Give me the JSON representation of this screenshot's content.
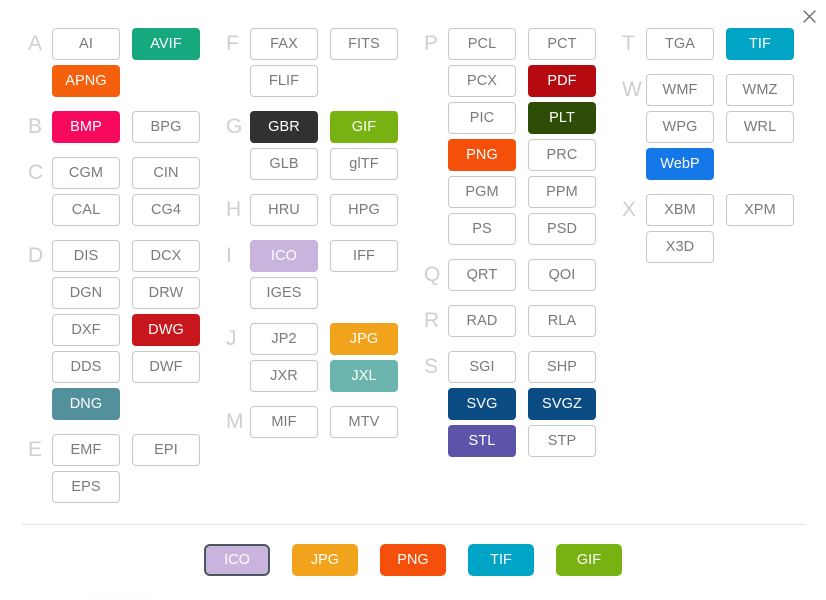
{
  "dialog": {
    "close_icon": "close-icon",
    "footer_ghost_text": "Adobe Illustrator"
  },
  "palette": {
    "default_border": "#c7c7c7",
    "default_text": "#7a7a7a",
    "letter_gray": "#cfcfcf",
    "divider": "#e2e2e2",
    "selected_outline": "#4c5662"
  },
  "columns": [
    {
      "name": "column-1",
      "groups": [
        {
          "letter": "A",
          "items": [
            {
              "label": "AI",
              "color": null
            },
            {
              "label": "AVIF",
              "color": "#16a97d"
            },
            {
              "label": "APNG",
              "color": "#f4600c"
            }
          ]
        },
        {
          "letter": "B",
          "items": [
            {
              "label": "BMP",
              "color": "#f70a5d"
            },
            {
              "label": "BPG",
              "color": null
            }
          ]
        },
        {
          "letter": "C",
          "items": [
            {
              "label": "CGM",
              "color": null
            },
            {
              "label": "CIN",
              "color": null
            },
            {
              "label": "CAL",
              "color": null
            },
            {
              "label": "CG4",
              "color": null
            }
          ]
        },
        {
          "letter": "D",
          "items": [
            {
              "label": "DIS",
              "color": null
            },
            {
              "label": "DCX",
              "color": null
            },
            {
              "label": "DGN",
              "color": null
            },
            {
              "label": "DRW",
              "color": null
            },
            {
              "label": "DXF",
              "color": null
            },
            {
              "label": "DWG",
              "color": "#c8161d"
            },
            {
              "label": "DDS",
              "color": null
            },
            {
              "label": "DWF",
              "color": null
            },
            {
              "label": "DNG",
              "color": "#52909c"
            }
          ]
        },
        {
          "letter": "E",
          "items": [
            {
              "label": "EMF",
              "color": null
            },
            {
              "label": "EPI",
              "color": null
            },
            {
              "label": "EPS",
              "color": null
            }
          ]
        }
      ]
    },
    {
      "name": "column-2",
      "groups": [
        {
          "letter": "F",
          "items": [
            {
              "label": "FAX",
              "color": null
            },
            {
              "label": "FITS",
              "color": null
            },
            {
              "label": "FLIF",
              "color": null
            }
          ]
        },
        {
          "letter": "G",
          "items": [
            {
              "label": "GBR",
              "color": "#2f3133"
            },
            {
              "label": "GIF",
              "color": "#77b112"
            },
            {
              "label": "GLB",
              "color": null
            },
            {
              "label": "glTF",
              "color": null
            }
          ]
        },
        {
          "letter": "H",
          "items": [
            {
              "label": "HRU",
              "color": null
            },
            {
              "label": "HPG",
              "color": null
            }
          ]
        },
        {
          "letter": "I",
          "items": [
            {
              "label": "ICO",
              "color": "#c9b4dd"
            },
            {
              "label": "IFF",
              "color": null
            },
            {
              "label": "IGES",
              "color": null
            }
          ]
        },
        {
          "letter": "J",
          "items": [
            {
              "label": "JP2",
              "color": null
            },
            {
              "label": "JPG",
              "color": "#f0a31b"
            },
            {
              "label": "JXR",
              "color": null
            },
            {
              "label": "JXL",
              "color": "#6cb5ae"
            }
          ]
        },
        {
          "letter": "M",
          "items": [
            {
              "label": "MIF",
              "color": null
            },
            {
              "label": "MTV",
              "color": null
            }
          ]
        }
      ]
    },
    {
      "name": "column-3",
      "groups": [
        {
          "letter": "P",
          "items": [
            {
              "label": "PCL",
              "color": null
            },
            {
              "label": "PCT",
              "color": null
            },
            {
              "label": "PCX",
              "color": null
            },
            {
              "label": "PDF",
              "color": "#b50b10"
            },
            {
              "label": "PIC",
              "color": null
            },
            {
              "label": "PLT",
              "color": "#2d4d07"
            },
            {
              "label": "PNG",
              "color": "#f4500c"
            },
            {
              "label": "PRC",
              "color": null
            },
            {
              "label": "PGM",
              "color": null
            },
            {
              "label": "PPM",
              "color": null
            },
            {
              "label": "PS",
              "color": null
            },
            {
              "label": "PSD",
              "color": null
            }
          ]
        },
        {
          "letter": "Q",
          "items": [
            {
              "label": "QRT",
              "color": null
            },
            {
              "label": "QOI",
              "color": null
            }
          ]
        },
        {
          "letter": "R",
          "items": [
            {
              "label": "RAD",
              "color": null
            },
            {
              "label": "RLA",
              "color": null
            }
          ]
        },
        {
          "letter": "S",
          "items": [
            {
              "label": "SGI",
              "color": null
            },
            {
              "label": "SHP",
              "color": null
            },
            {
              "label": "SVG",
              "color": "#0b4c85"
            },
            {
              "label": "SVGZ",
              "color": "#0b4c85"
            },
            {
              "label": "STL",
              "color": "#5b54a8"
            },
            {
              "label": "STP",
              "color": null
            }
          ]
        }
      ]
    },
    {
      "name": "column-4",
      "groups": [
        {
          "letter": "T",
          "items": [
            {
              "label": "TGA",
              "color": null
            },
            {
              "label": "TIF",
              "color": "#00a4c4"
            }
          ]
        },
        {
          "letter": "W",
          "items": [
            {
              "label": "WMF",
              "color": null
            },
            {
              "label": "WMZ",
              "color": null
            },
            {
              "label": "WPG",
              "color": null
            },
            {
              "label": "WRL",
              "color": null
            },
            {
              "label": "WebP",
              "color": "#1478e8"
            }
          ]
        },
        {
          "letter": "X",
          "items": [
            {
              "label": "XBM",
              "color": null
            },
            {
              "label": "XPM",
              "color": null
            },
            {
              "label": "X3D",
              "color": null
            }
          ]
        }
      ]
    }
  ],
  "quick_picks": [
    {
      "label": "ICO",
      "color": "#c9b4dd",
      "selected": true
    },
    {
      "label": "JPG",
      "color": "#f0a31b",
      "selected": false
    },
    {
      "label": "PNG",
      "color": "#f4500c",
      "selected": false
    },
    {
      "label": "TIF",
      "color": "#00a4c4",
      "selected": false
    },
    {
      "label": "GIF",
      "color": "#77b112",
      "selected": false
    }
  ]
}
